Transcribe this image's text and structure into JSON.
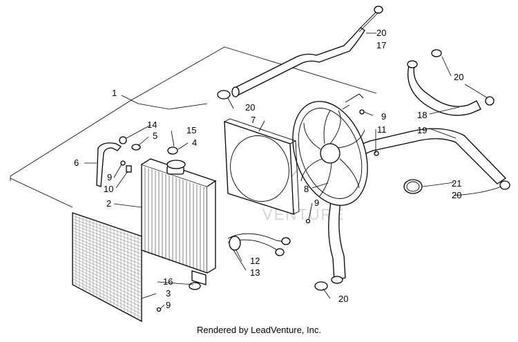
{
  "footer": {
    "text": "Rendered by LeadVenture, Inc."
  },
  "callouts": {
    "c1": "1",
    "c2": "2",
    "c3": "3",
    "c4": "4",
    "c5": "5",
    "c6": "6",
    "c7": "7",
    "c8": "8",
    "c9a": "9",
    "c9b": "9",
    "c9c": "9",
    "c9d": "9",
    "c10": "10",
    "c11": "11",
    "c12": "12",
    "c13": "13",
    "c14": "14",
    "c15": "15",
    "c16": "16",
    "c17": "17",
    "c18": "18",
    "c19": "19",
    "c20a": "20",
    "c20b": "20",
    "c20c": "20",
    "c20d": "20",
    "c20e": "20",
    "c21": "21"
  },
  "watermark": {
    "text": "VENTURE"
  },
  "icons": {
    "fan": "fan-icon",
    "radiator": "radiator-icon",
    "shroud": "shroud-icon",
    "screen": "screen-icon"
  }
}
